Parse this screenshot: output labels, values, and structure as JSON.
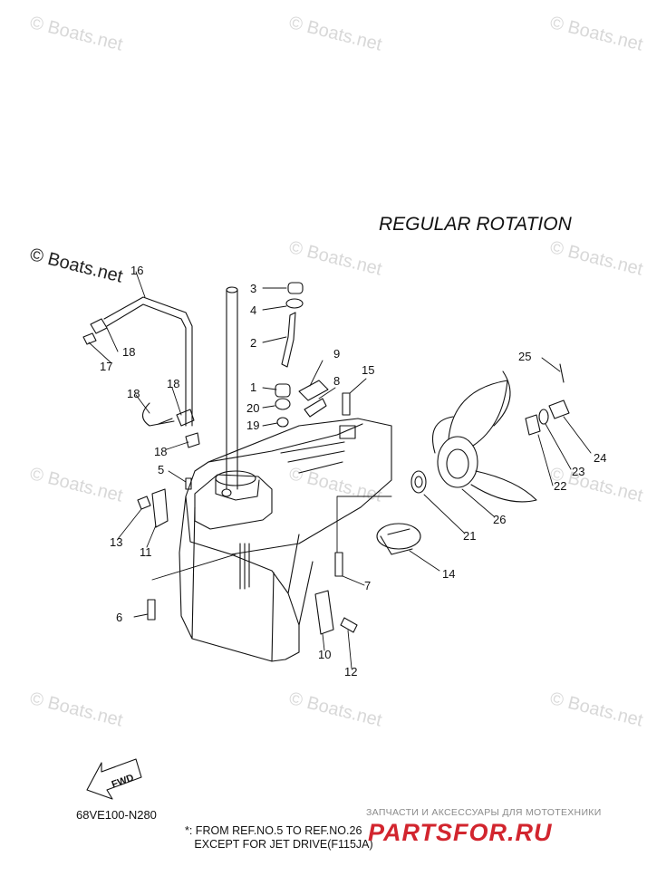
{
  "watermark": "© Boats.net",
  "title": "REGULAR ROTATION",
  "diagram_code": "68VE100-N280",
  "fwd_label": "FWD",
  "note": "*: FROM REF.NO.5 TO REF.NO.26\n   EXCEPT FOR JET DRIVE(F115JA)",
  "brand": {
    "tagline": "ЗАПЧАСТИ И АКСЕССУАРЫ ДЛЯ МОТОТЕХНИКИ",
    "name": "PARTSFOR.RU",
    "color": "#d2252e"
  },
  "parts": [
    {
      "n": "1"
    },
    {
      "n": "2"
    },
    {
      "n": "3"
    },
    {
      "n": "4"
    },
    {
      "n": "5"
    },
    {
      "n": "6"
    },
    {
      "n": "7"
    },
    {
      "n": "8"
    },
    {
      "n": "9"
    },
    {
      "n": "10"
    },
    {
      "n": "11"
    },
    {
      "n": "12"
    },
    {
      "n": "13"
    },
    {
      "n": "14"
    },
    {
      "n": "15"
    },
    {
      "n": "16"
    },
    {
      "n": "17"
    },
    {
      "n": "18"
    },
    {
      "n": "18"
    },
    {
      "n": "18"
    },
    {
      "n": "18"
    },
    {
      "n": "19"
    },
    {
      "n": "20"
    },
    {
      "n": "21"
    },
    {
      "n": "22"
    },
    {
      "n": "23"
    },
    {
      "n": "24"
    },
    {
      "n": "25"
    },
    {
      "n": "26"
    }
  ]
}
